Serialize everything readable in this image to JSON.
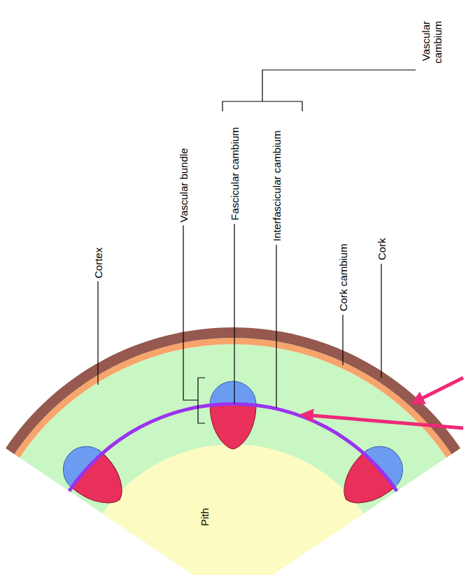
{
  "diagram": {
    "labels": [
      "Cortex",
      "Vascular bundle",
      "Fascicular cambium",
      "Interfascicular cambium",
      "Cork cambium",
      "Cork",
      "Pith",
      "Vascular cambium"
    ]
  }
}
